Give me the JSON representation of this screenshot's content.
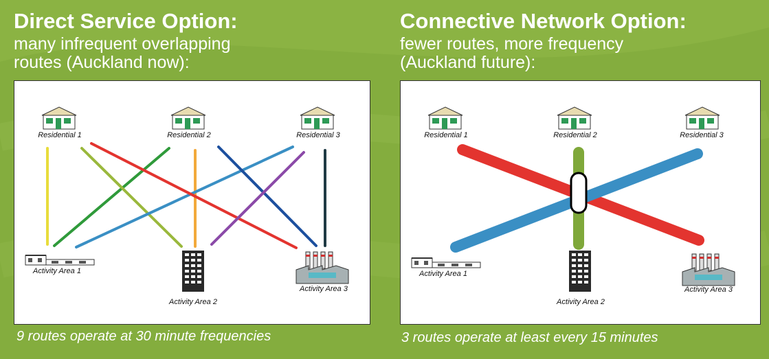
{
  "left_panel": {
    "title": "Direct Service Option:",
    "subtitle_line1": "many infrequent overlapping",
    "subtitle_line2": "routes (Auckland now):",
    "caption": "9 routes operate at 30 minute frequencies",
    "nodes": {
      "res1": "Residential 1",
      "res2": "Residential 2",
      "res3": "Residential 3",
      "act1": "Activity Area 1",
      "act2": "Activity Area 2",
      "act3": "Activity Area 3"
    },
    "route_colors": [
      "#e8dc3c",
      "#2f9a3a",
      "#9ab83c",
      "#f2a93b",
      "#3a8fc4",
      "#e3342f",
      "#1c4f9e",
      "#8b4aa8",
      "#1f3a44"
    ]
  },
  "right_panel": {
    "title": "Connective Network Option:",
    "subtitle_line1": "fewer routes, more frequency",
    "subtitle_line2": "(Auckland future):",
    "caption": "3 routes operate at least every 15 minutes",
    "nodes": {
      "res1": "Residential 1",
      "res2": "Residential 2",
      "res3": "Residential 3",
      "act1": "Activity Area 1",
      "act2": "Activity Area 2",
      "act3": "Activity Area 3"
    },
    "route_colors": [
      "#e3342f",
      "#3a8fc4",
      "#7fa83a"
    ]
  }
}
